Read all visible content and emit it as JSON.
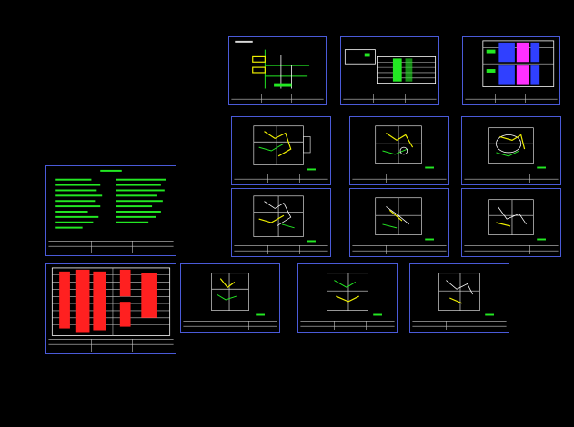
{
  "canvas": {
    "background": "#000000",
    "sheet_border_color": "#4a5ad8",
    "accent_green": "#23e823",
    "accent_yellow": "#f0f000",
    "accent_red": "#ff2020"
  },
  "sheets": [
    {
      "id": "s1",
      "kind": "system-diagram"
    },
    {
      "id": "s2",
      "kind": "legend-table"
    },
    {
      "id": "s3",
      "kind": "color-table"
    },
    {
      "id": "s4",
      "kind": "floor-plan"
    },
    {
      "id": "s5",
      "kind": "floor-plan"
    },
    {
      "id": "s6",
      "kind": "floor-plan"
    },
    {
      "id": "s7",
      "kind": "notes"
    },
    {
      "id": "s8",
      "kind": "floor-plan"
    },
    {
      "id": "s9",
      "kind": "floor-plan"
    },
    {
      "id": "s10",
      "kind": "floor-plan"
    },
    {
      "id": "s11",
      "kind": "schedule"
    },
    {
      "id": "s12",
      "kind": "floor-plan"
    },
    {
      "id": "s13",
      "kind": "floor-plan"
    },
    {
      "id": "s14",
      "kind": "floor-plan"
    }
  ]
}
